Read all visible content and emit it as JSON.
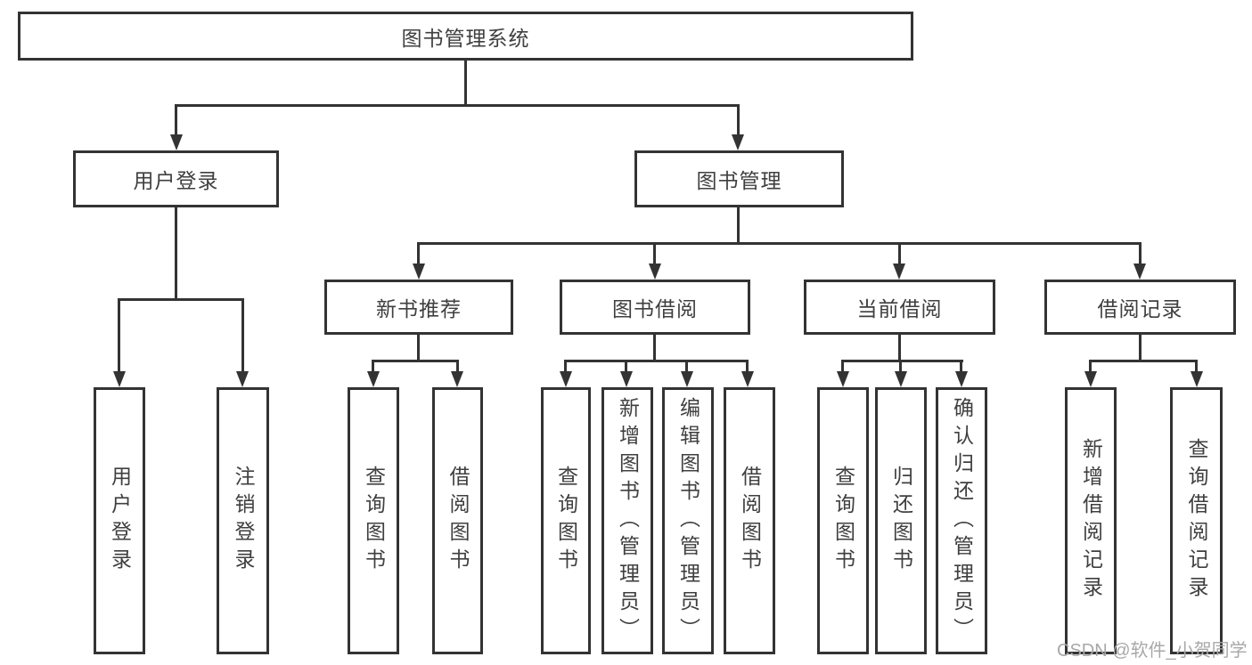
{
  "tree": {
    "root": {
      "label": "图书管理系统"
    },
    "branches": [
      {
        "label": "用户登录",
        "children": [
          {
            "label": "用户登录"
          },
          {
            "label": "注销登录"
          }
        ]
      },
      {
        "label": "图书管理",
        "children": [
          {
            "label": "新书推荐",
            "children": [
              {
                "label": "查询图书"
              },
              {
                "label": "借阅图书"
              }
            ]
          },
          {
            "label": "图书借阅",
            "children": [
              {
                "label": "查询图书"
              },
              {
                "label": "新增图书（管理员）"
              },
              {
                "label": "编辑图书（管理员）"
              },
              {
                "label": "借阅图书"
              }
            ]
          },
          {
            "label": "当前借阅",
            "children": [
              {
                "label": "查询图书"
              },
              {
                "label": "归还图书"
              },
              {
                "label": "确认归还（管理员）"
              }
            ]
          },
          {
            "label": "借阅记录",
            "children": [
              {
                "label": "新增借阅记录"
              },
              {
                "label": "查询借阅记录"
              }
            ]
          }
        ]
      }
    ]
  },
  "watermark": {
    "text": "CSDN @软件_小贺同学"
  },
  "colors": {
    "line": "#333333",
    "text": "#3f3f3f",
    "watermark": "#a8a8a8",
    "background": "#ffffff"
  }
}
